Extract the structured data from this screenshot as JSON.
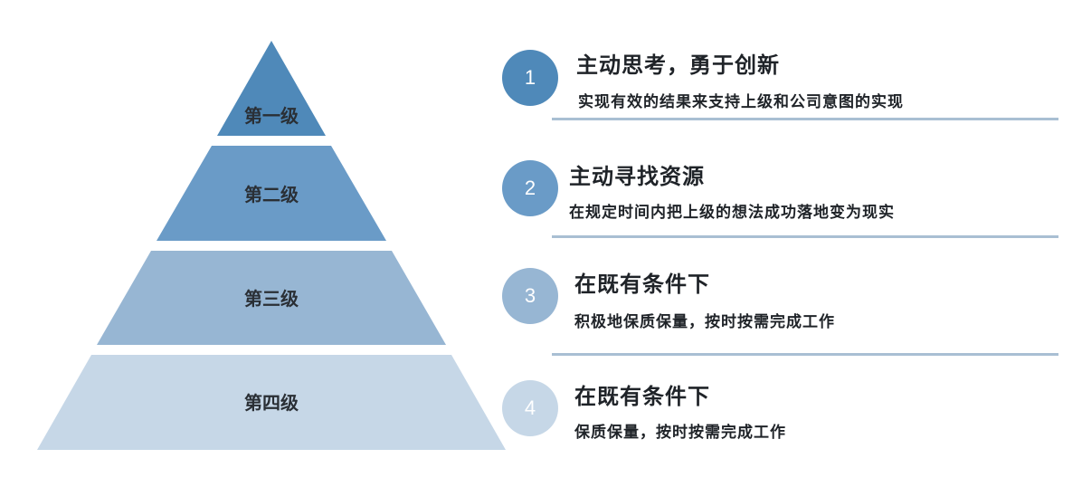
{
  "colors": {
    "tier1": "#4f89b9",
    "tier2": "#6a9bc7",
    "tier3": "#97b6d3",
    "tier4": "#c6d7e7",
    "circle1": "#4f89b9",
    "circle2": "#6a9bc7",
    "circle3": "#97b6d3",
    "circle4": "#c6d7e7",
    "divider": "#a9bfd3"
  },
  "pyramid": {
    "tiers": [
      {
        "label": "第一级"
      },
      {
        "label": "第二级"
      },
      {
        "label": "第三级"
      },
      {
        "label": "第四级"
      }
    ]
  },
  "items": [
    {
      "number": "1",
      "title": "主动思考，勇于创新",
      "desc": "实现有效的结果来支持上级和公司意图的实现"
    },
    {
      "number": "2",
      "title": "主动寻找资源",
      "desc": "在规定时间内把上级的想法成功落地变为现实"
    },
    {
      "number": "3",
      "title": "在既有条件下",
      "desc": "积极地保质保量，按时按需完成工作"
    },
    {
      "number": "4",
      "title": "在既有条件下",
      "desc": "保质保量，按时按需完成工作"
    }
  ]
}
